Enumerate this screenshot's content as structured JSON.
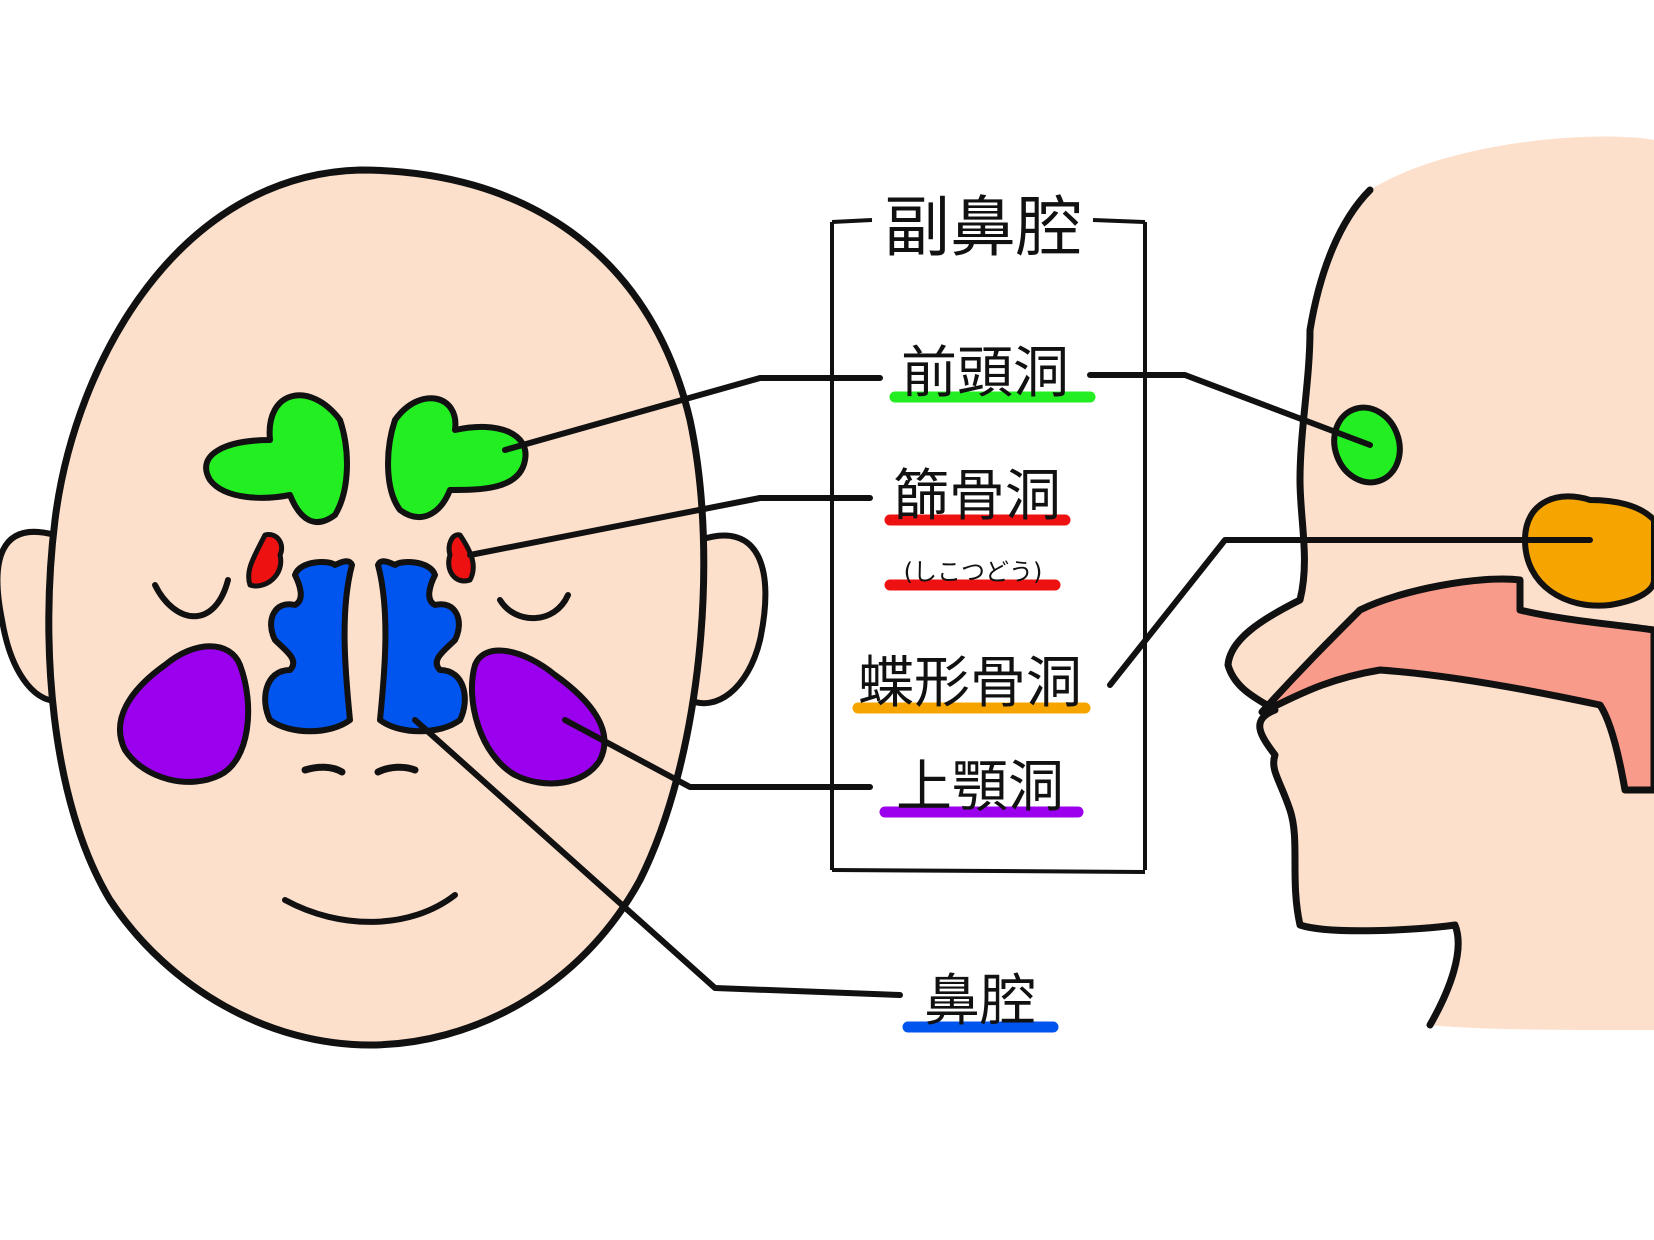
{
  "diagram": {
    "title": "副鼻腔",
    "labels": {
      "frontal": {
        "text": "前頭洞",
        "color": "#22ee22"
      },
      "ethmoid": {
        "text": "篩骨洞",
        "reading": "(しこつどう)",
        "color": "#ee1111"
      },
      "sphenoid": {
        "text": "蝶形骨洞",
        "color": "#f5a400"
      },
      "maxillary": {
        "text": "上顎洞",
        "color": "#9b00ee"
      },
      "nasal_cavity": {
        "text": "鼻腔",
        "color": "#0055ee"
      }
    },
    "colors": {
      "skin": "#fde0cc",
      "outline": "#111111",
      "frontal": "#22ee22",
      "ethmoid": "#ee1111",
      "sphenoid": "#f5a400",
      "maxillary": "#9b00ee",
      "nasal_cavity": "#0055ee",
      "airway": "#f99b8a"
    }
  }
}
